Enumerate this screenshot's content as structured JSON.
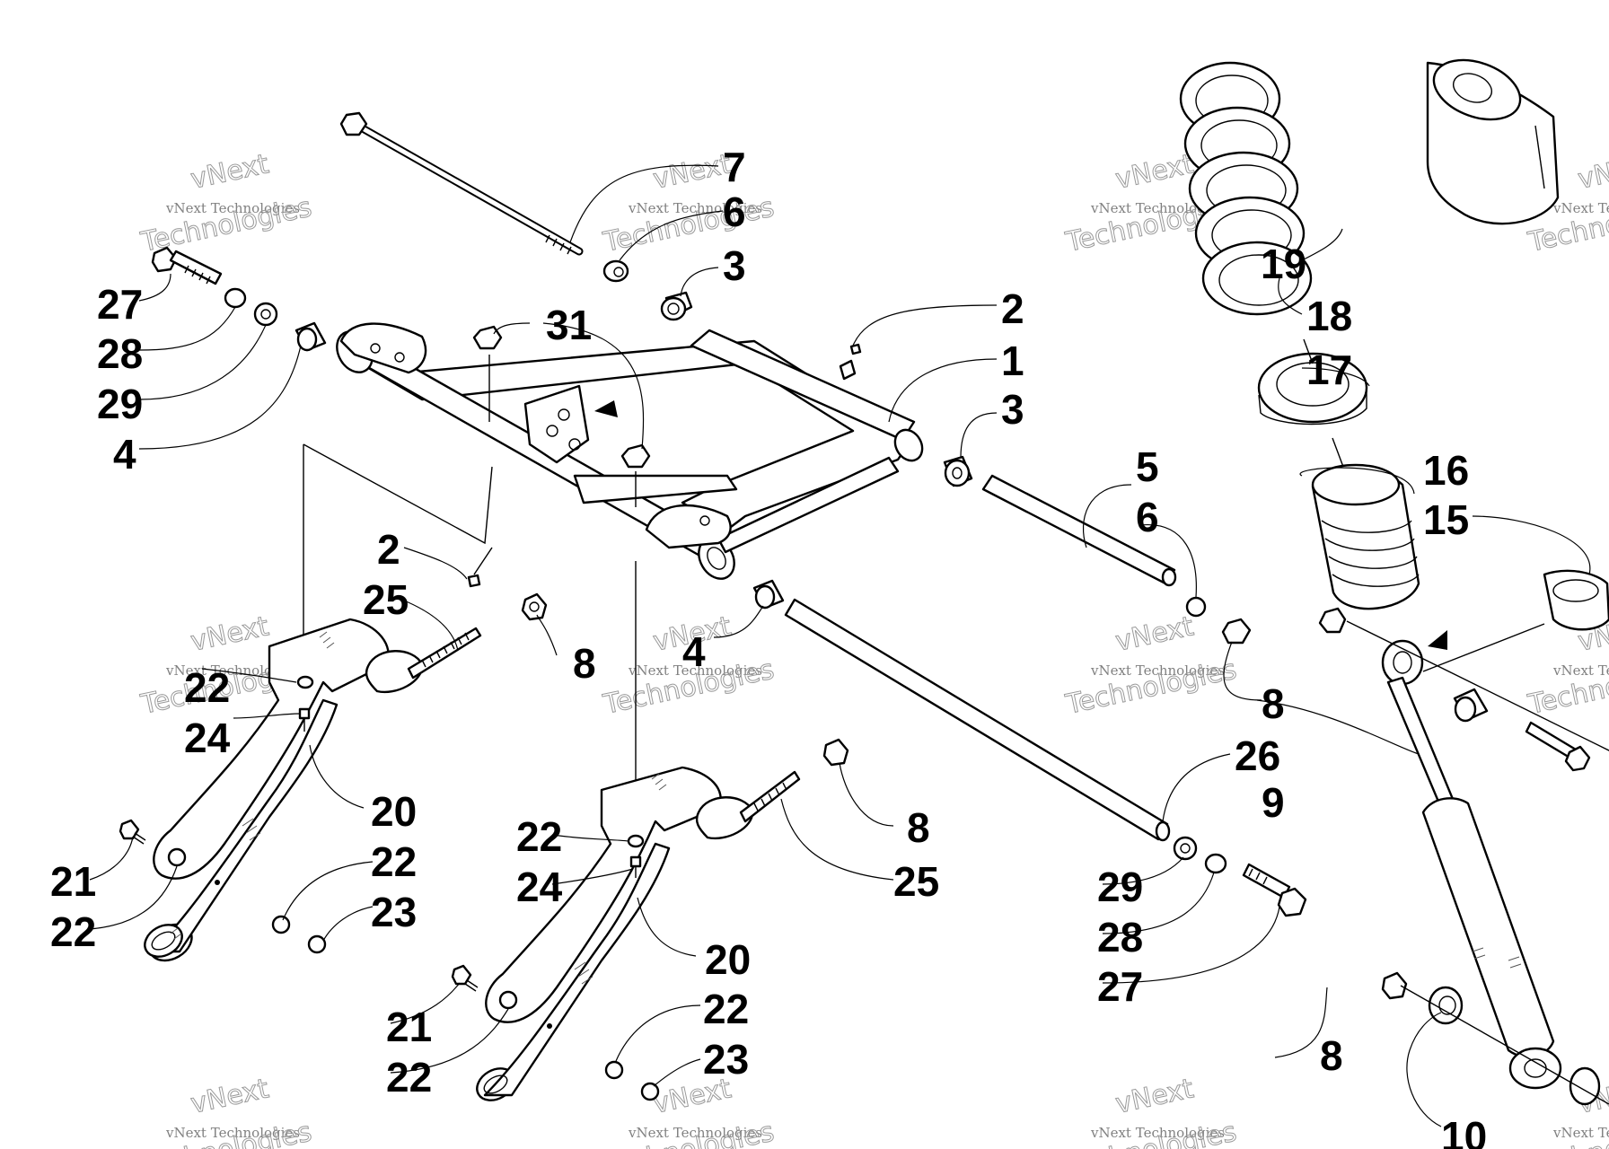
{
  "watermark": {
    "line1": "vNext",
    "line2": "vNext Technologies",
    "line3": "Technologies"
  },
  "callouts": [
    "1",
    "2",
    "3",
    "4",
    "5",
    "6",
    "7",
    "8",
    "9",
    "10",
    "15",
    "16",
    "17",
    "18",
    "19",
    "20",
    "21",
    "22",
    "23",
    "24",
    "25",
    "26",
    "27",
    "28",
    "29",
    "31"
  ],
  "parts": [
    {
      "id": "1",
      "name": "swing-arm"
    },
    {
      "id": "2",
      "name": "grease-fitting"
    },
    {
      "id": "3",
      "name": "bushing"
    },
    {
      "id": "4",
      "name": "spacer"
    },
    {
      "id": "5",
      "name": "shaft"
    },
    {
      "id": "6",
      "name": "washer"
    },
    {
      "id": "7",
      "name": "through-bolt"
    },
    {
      "id": "8",
      "name": "lock-nut"
    },
    {
      "id": "9",
      "name": "shock-absorber"
    },
    {
      "id": "10",
      "name": "bushing"
    },
    {
      "id": "15",
      "name": "spring-retainer"
    },
    {
      "id": "16",
      "name": "bump-stop"
    },
    {
      "id": "17",
      "name": "spring-adjuster-ring"
    },
    {
      "id": "18",
      "name": "coil-spring"
    },
    {
      "id": "19",
      "name": "dust-boot"
    },
    {
      "id": "20",
      "name": "torque-link"
    },
    {
      "id": "21",
      "name": "bolt"
    },
    {
      "id": "22",
      "name": "washer"
    },
    {
      "id": "23",
      "name": "nut"
    },
    {
      "id": "24",
      "name": "screw"
    },
    {
      "id": "25",
      "name": "u-bolt"
    },
    {
      "id": "26",
      "name": "axle-shaft"
    },
    {
      "id": "27",
      "name": "cap-screw"
    },
    {
      "id": "28",
      "name": "lock-washer"
    },
    {
      "id": "29",
      "name": "flat-washer"
    },
    {
      "id": "31",
      "name": "flange-nut"
    }
  ]
}
